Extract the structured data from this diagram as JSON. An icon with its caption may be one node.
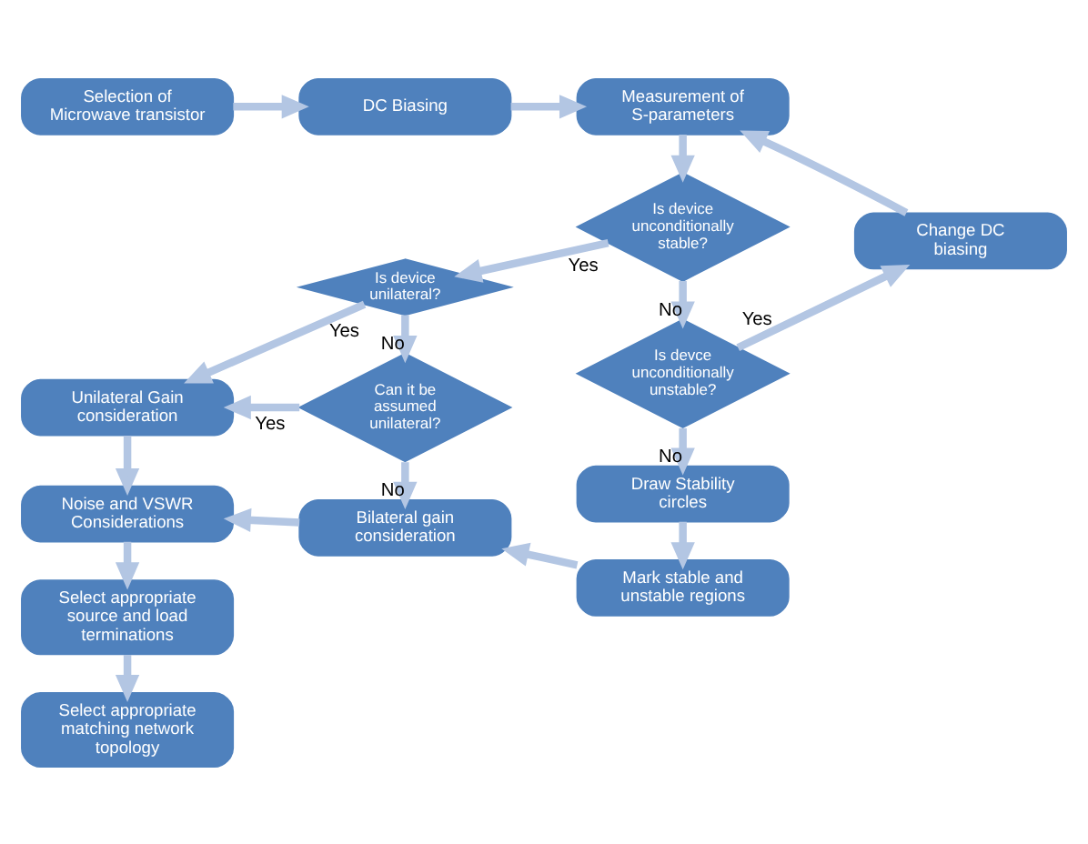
{
  "diagram": {
    "nodes": [
      {
        "text": [
          "Selection of Microwave transistor"
        ]
      },
      {
        "text": [
          "DC Biasing"
        ]
      },
      {
        "text": [
          "Measurement of S-parameters"
        ]
      },
      {
        "text": [
          "Unilateral Gain consideration"
        ]
      },
      {
        "text": [
          "Is device unilateral?"
        ]
      },
      {
        "text": [
          "Is device unconditionally stable?"
        ]
      },
      {
        "text": [
          "Change DC biasing"
        ]
      },
      {
        "text": [
          "Can it be assumed unilateral?"
        ]
      },
      {
        "text": [
          "Is devce unconditionally unstable?"
        ]
      },
      {
        "text": [
          "Noise and VSWR Considerations"
        ]
      },
      {
        "text": [
          "Bilateral gain consideration"
        ]
      },
      {
        "text": [
          "Draw Stability circles"
        ]
      },
      {
        "text": [
          "Select appropriate source and load terminations"
        ]
      },
      {
        "text": [
          "Mark stable and unstable regions"
        ]
      },
      {
        "text": [
          "Select appropriate matching network topology"
        ]
      }
    ],
    "edges": [
      {
        "from": 0,
        "to": 1,
        "arrow": "to"
      },
      {
        "from": 1,
        "to": 2,
        "arrow": "to"
      },
      {
        "from": 2,
        "to": 5,
        "arrow": "to"
      },
      {
        "from": 5,
        "to": 4,
        "arrow": "to",
        "label": "Yes"
      },
      {
        "from": 5,
        "to": 8,
        "arrow": "to",
        "label": "No"
      },
      {
        "from": 4,
        "to": 3,
        "arrow": "to",
        "label": "Yes"
      },
      {
        "from": 4,
        "to": 7,
        "arrow": "to",
        "label": "No"
      },
      {
        "from": 7,
        "to": 3,
        "arrow": "to",
        "label": "Yes"
      },
      {
        "from": 7,
        "to": 10,
        "arrow": "to",
        "label": "No"
      },
      {
        "from": 8,
        "to": 6,
        "arrow": "to",
        "label": "Yes"
      },
      {
        "from": 8,
        "to": 11,
        "arrow": "to",
        "label": "No"
      },
      {
        "from": 6,
        "to": 2,
        "arrow": "to"
      },
      {
        "from": 11,
        "to": 13,
        "arrow": "to"
      },
      {
        "from": 13,
        "to": 10,
        "arrow": "to"
      },
      {
        "from": 3,
        "to": 9,
        "arrow": "to"
      },
      {
        "from": 10,
        "to": 9,
        "arrow": "to"
      },
      {
        "from": 9,
        "to": 12,
        "arrow": "to"
      },
      {
        "from": 12,
        "to": 14,
        "arrow": "to"
      }
    ]
  }
}
